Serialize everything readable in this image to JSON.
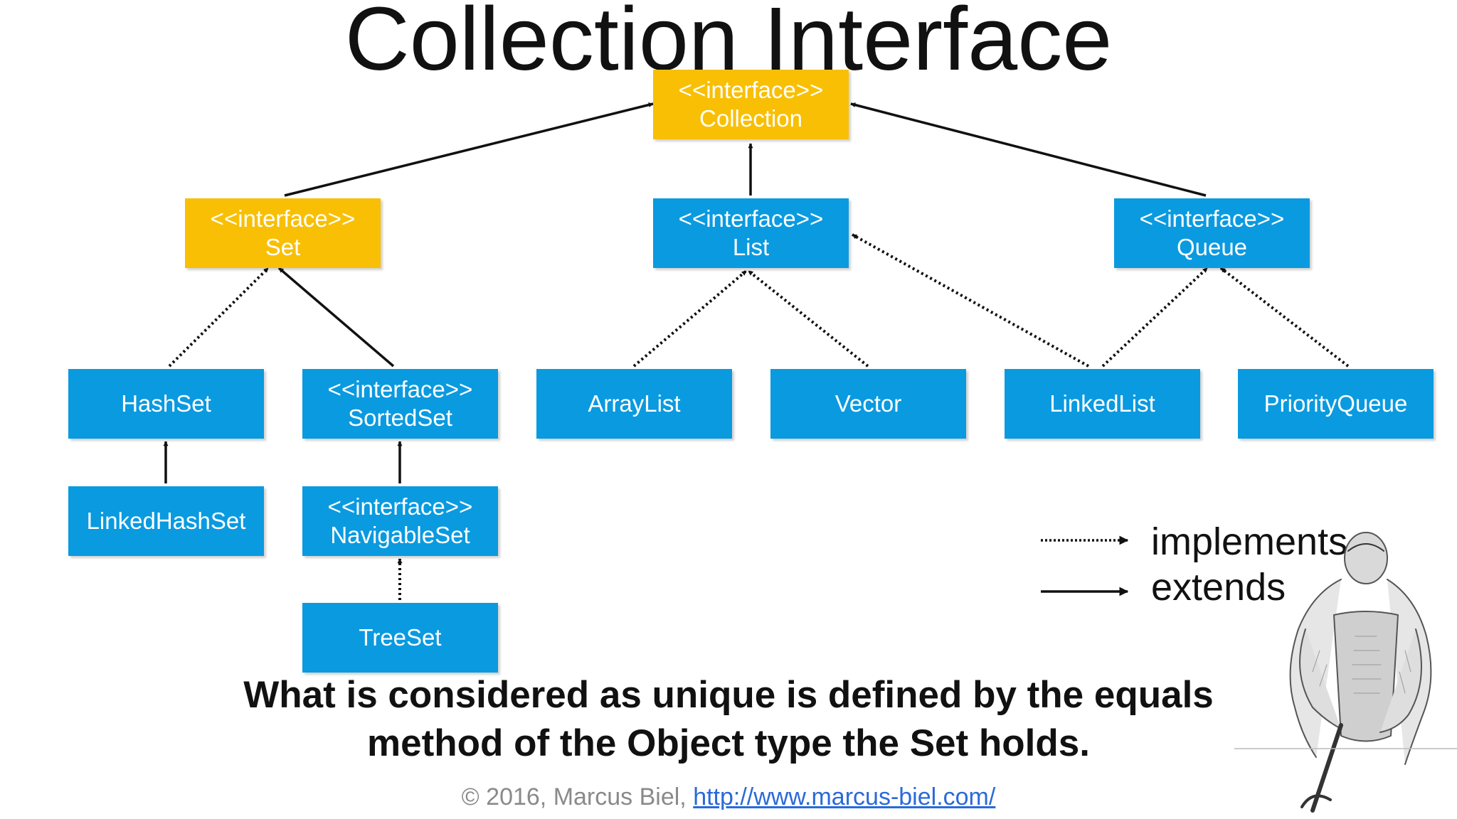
{
  "title": "Collection Interface",
  "colors": {
    "interface_fill": "#f8bf05",
    "class_fill": "#0a9ae0",
    "edge": "#111111"
  },
  "nodes": {
    "collection": {
      "stereotype": "<<interface>>",
      "name": "Collection",
      "kind": "interface"
    },
    "set": {
      "stereotype": "<<interface>>",
      "name": "Set",
      "kind": "interface"
    },
    "list": {
      "stereotype": "<<interface>>",
      "name": "List",
      "kind": "class"
    },
    "queue": {
      "stereotype": "<<interface>>",
      "name": "Queue",
      "kind": "class"
    },
    "hashset": {
      "name": "HashSet",
      "kind": "class"
    },
    "sortedset": {
      "stereotype": "<<interface>>",
      "name": "SortedSet",
      "kind": "class"
    },
    "arraylist": {
      "name": "ArrayList",
      "kind": "class"
    },
    "vector": {
      "name": "Vector",
      "kind": "class"
    },
    "linkedlist": {
      "name": "LinkedList",
      "kind": "class"
    },
    "priorityqueue": {
      "name": "PriorityQueue",
      "kind": "class"
    },
    "linkedhashset": {
      "name": "LinkedHashSet",
      "kind": "class"
    },
    "navigableset": {
      "stereotype": "<<interface>>",
      "name": "NavigableSet",
      "kind": "class"
    },
    "treeset": {
      "name": "TreeSet",
      "kind": "class"
    }
  },
  "edges": [
    {
      "from": "set",
      "to": "collection",
      "type": "extends"
    },
    {
      "from": "list",
      "to": "collection",
      "type": "extends"
    },
    {
      "from": "queue",
      "to": "collection",
      "type": "extends"
    },
    {
      "from": "hashset",
      "to": "set",
      "type": "implements"
    },
    {
      "from": "sortedset",
      "to": "set",
      "type": "extends"
    },
    {
      "from": "arraylist",
      "to": "list",
      "type": "implements"
    },
    {
      "from": "vector",
      "to": "list",
      "type": "implements"
    },
    {
      "from": "linkedlist",
      "to": "list",
      "type": "implements"
    },
    {
      "from": "linkedlist",
      "to": "queue",
      "type": "implements"
    },
    {
      "from": "priorityqueue",
      "to": "queue",
      "type": "implements"
    },
    {
      "from": "linkedhashset",
      "to": "hashset",
      "type": "extends"
    },
    {
      "from": "navigableset",
      "to": "sortedset",
      "type": "extends"
    },
    {
      "from": "treeset",
      "to": "navigableset",
      "type": "implements"
    }
  ],
  "legend": {
    "implements": "implements",
    "extends": "extends"
  },
  "footnote": {
    "line1": "What is considered as unique is defined by the equals",
    "line2": "method of the Object type the Set holds."
  },
  "copyright": {
    "text": "© 2016, Marcus Biel, ",
    "link": "http://www.marcus-biel.com/"
  }
}
